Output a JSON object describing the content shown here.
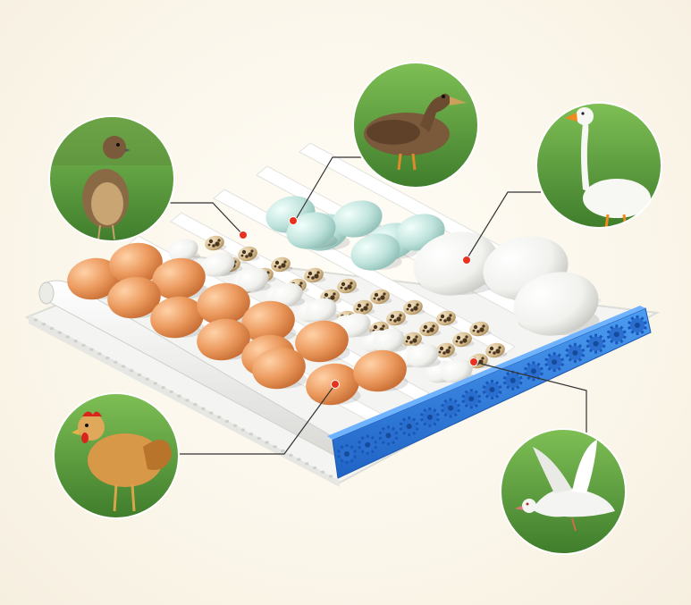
{
  "scene": {
    "subject": "egg-tray-illustration",
    "accent_color": "#2f7fe0",
    "tray_color": "#ffffff",
    "callout_line_color": "#333333",
    "dot_color": "#e8321e"
  },
  "callouts": [
    {
      "id": "quail",
      "icon": "quail-photo",
      "egg": "quail-egg"
    },
    {
      "id": "duck",
      "icon": "duck-photo",
      "egg": "duck-egg"
    },
    {
      "id": "goose",
      "icon": "goose-photo",
      "egg": "goose-egg"
    },
    {
      "id": "chicken",
      "icon": "chicken-photo",
      "egg": "chicken-egg"
    },
    {
      "id": "pigeon",
      "icon": "pigeon-photo",
      "egg": "pigeon-egg"
    }
  ],
  "egg_colors": {
    "chicken": "#e8935a",
    "duck": "#bfe3dc",
    "goose": "#f2f2ee",
    "pigeon": "#ffffff",
    "quail": "#d9c29a"
  }
}
